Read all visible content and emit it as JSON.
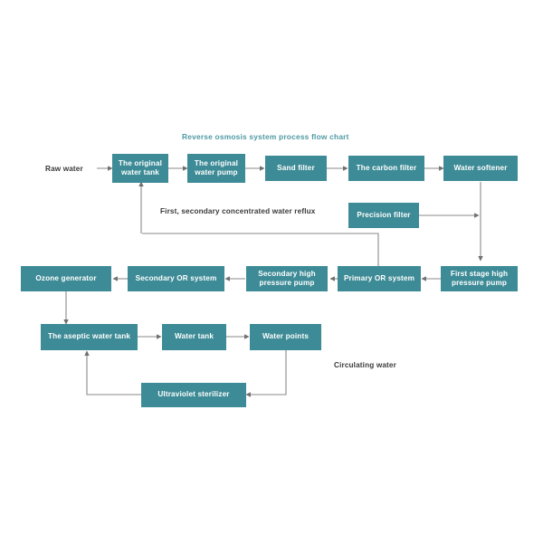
{
  "title": {
    "text": "Reverse osmosis system process flow chart"
  },
  "colors": {
    "node_fill": "#3d8b96",
    "node_text": "#ffffff",
    "title_text": "#4f9aa3",
    "label_text": "#3b3b3b",
    "edge": "#8a8a8a",
    "background": "#ffffff"
  },
  "nodes": [
    {
      "id": "original-water-tank",
      "label": "The original water tank"
    },
    {
      "id": "original-water-pump",
      "label": "The original water pump"
    },
    {
      "id": "sand-filter",
      "label": "Sand filter"
    },
    {
      "id": "carbon-filter",
      "label": "The carbon filter"
    },
    {
      "id": "water-softener",
      "label": "Water softener"
    },
    {
      "id": "precision-filter",
      "label": "Precision filter"
    },
    {
      "id": "first-stage-high-pressure-pump",
      "label": "First stage high pressure pump"
    },
    {
      "id": "primary-or-system",
      "label": "Primary OR system"
    },
    {
      "id": "secondary-high-pressure-pump",
      "label": "Secondary high pressure pump"
    },
    {
      "id": "secondary-or-system",
      "label": "Secondary OR system"
    },
    {
      "id": "ozone-generator",
      "label": "Ozone generator"
    },
    {
      "id": "aseptic-water-tank",
      "label": "The aseptic water tank"
    },
    {
      "id": "water-tank",
      "label": "Water tank"
    },
    {
      "id": "water-points",
      "label": "Water points"
    },
    {
      "id": "ultraviolet-sterilizer",
      "label": "Ultraviolet sterilizer"
    }
  ],
  "labels": {
    "raw_water": "Raw water",
    "reflux": "First, secondary concentrated water reflux",
    "circulating_water": "Circulating water"
  },
  "chart_data": {
    "type": "diagram",
    "title": "Reverse osmosis system process flow chart",
    "node_sequence": [
      "Raw water",
      "The original water tank",
      "The original water pump",
      "Sand filter",
      "The carbon filter",
      "Water softener",
      "First stage high pressure pump",
      "Primary OR system",
      "Secondary high pressure pump",
      "Secondary OR system",
      "Ozone generator",
      "The aseptic water tank",
      "Water tank",
      "Water points",
      "Ultraviolet sterilizer"
    ],
    "edges": [
      {
        "from": "Raw water",
        "to": "The original water tank"
      },
      {
        "from": "The original water tank",
        "to": "The original water pump"
      },
      {
        "from": "The original water pump",
        "to": "Sand filter"
      },
      {
        "from": "Sand filter",
        "to": "The carbon filter"
      },
      {
        "from": "The carbon filter",
        "to": "Water softener"
      },
      {
        "from": "Water softener",
        "to": "First stage high pressure pump"
      },
      {
        "from": "Precision filter",
        "to": "First stage high pressure pump"
      },
      {
        "from": "First stage high pressure pump",
        "to": "Primary OR system"
      },
      {
        "from": "Primary OR system",
        "to": "Secondary high pressure pump"
      },
      {
        "from": "Secondary high pressure pump",
        "to": "Secondary OR system"
      },
      {
        "from": "Secondary OR system",
        "to": "Ozone generator"
      },
      {
        "from": "Ozone generator",
        "to": "The aseptic water tank"
      },
      {
        "from": "The aseptic water tank",
        "to": "Water tank"
      },
      {
        "from": "Water tank",
        "to": "Water points"
      },
      {
        "from": "Water points",
        "to": "Ultraviolet sterilizer",
        "note": "Circulating water"
      },
      {
        "from": "Ultraviolet sterilizer",
        "to": "The aseptic water tank"
      },
      {
        "from": "Reflux line",
        "to": "The original water tank",
        "note": "First, secondary concentrated water reflux"
      }
    ]
  }
}
